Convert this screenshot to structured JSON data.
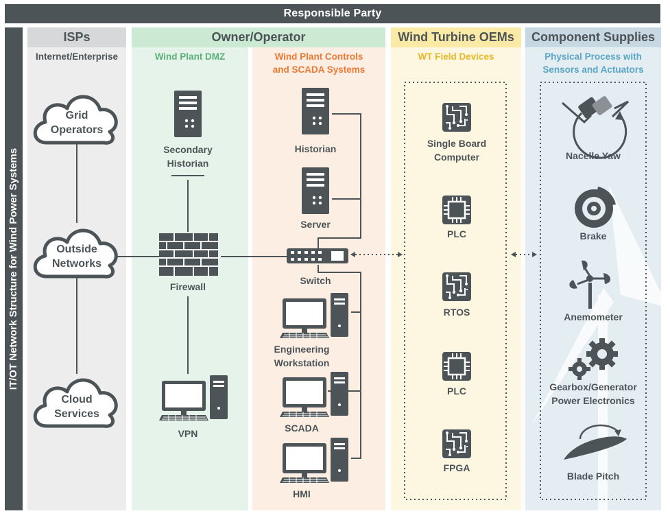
{
  "header": {
    "title": "Responsible Party"
  },
  "side_title": "IT/OT Network Structure for Wind Power Systems",
  "columns": {
    "isps": {
      "title": "ISPs",
      "subtitle": "Internet/Enterprise"
    },
    "owner": {
      "title": "Owner/Operator",
      "dmz_subtitle": "Wind Plant DMZ",
      "controls_subtitle_1": "Wind Plant Controls",
      "controls_subtitle_2": "and SCADA Systems"
    },
    "oems": {
      "title": "Wind Turbine OEMs",
      "subtitle": "WT Field Devices"
    },
    "supplies": {
      "title": "Component Supplies",
      "subtitle_1": "Physical Process with",
      "subtitle_2": "Sensors and Actuators"
    }
  },
  "isps_nodes": {
    "grid_1": "Grid",
    "grid_2": "Operators",
    "outside_1": "Outside",
    "outside_2": "Networks",
    "cloud_1": "Cloud",
    "cloud_2": "Services"
  },
  "dmz_nodes": {
    "secondary_historian_1": "Secondary",
    "secondary_historian_2": "Historian",
    "firewall": "Firewall",
    "vpn": "VPN"
  },
  "control_nodes": {
    "historian": "Historian",
    "server": "Server",
    "switch": "Switch",
    "eng_ws_1": "Engineering",
    "eng_ws_2": "Workstation",
    "scada": "SCADA",
    "hmi": "HMI"
  },
  "field_devices": {
    "sbc_1": "Single Board",
    "sbc_2": "Computer",
    "plc_1": "PLC",
    "rtos": "RTOS",
    "plc_2": "PLC",
    "fpga": "FPGA"
  },
  "components": {
    "nacelle_yaw": "Nacelle Yaw",
    "brake": "Brake",
    "anemometer": "Anemometer",
    "gearbox_1": "Gearbox/Generator",
    "gearbox_2": "Power Electronics",
    "blade_pitch": "Blade Pitch"
  },
  "colors": {
    "dark": "#4d5457",
    "isps_bg": "#ededee",
    "isps_hdr": "#d6d8d9",
    "owner_dmz_bg": "#e6f3ea",
    "owner_hdr": "#cce9d4",
    "dmz_text": "#5bb07a",
    "controls_bg": "#fdeee4",
    "controls_text": "#ec7a34",
    "oem_bg": "#fdf7e1",
    "oem_hdr": "#fbeaa5",
    "oem_text": "#e8b829",
    "supplies_bg": "#e4edf2",
    "supplies_hdr": "#c7d8e2",
    "supplies_text": "#5aa6c6"
  }
}
